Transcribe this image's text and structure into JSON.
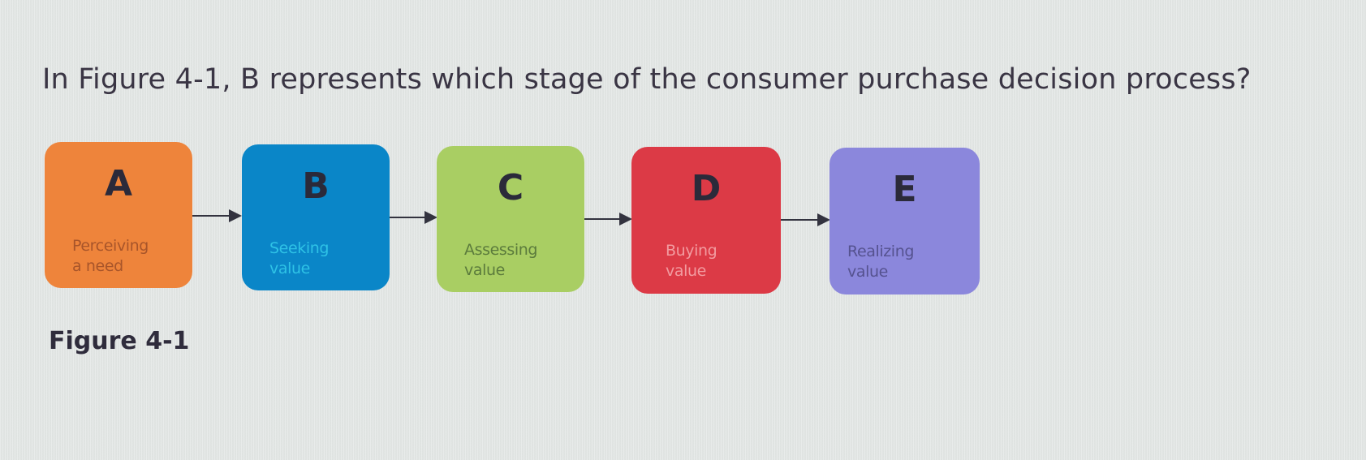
{
  "question": {
    "text": "In Figure 4-1, B represents which stage of the consumer purchase decision process?"
  },
  "figure": {
    "caption": "Figure 4-1",
    "stages": [
      {
        "letter": "A",
        "label_line1": "Perceiving",
        "label_line2": "a need",
        "color": "#ee843b",
        "text_color": "#a8552a"
      },
      {
        "letter": "B",
        "label_line1": "Seeking",
        "label_line2": "value",
        "color": "#0a86c8",
        "text_color": "#2ec2e6"
      },
      {
        "letter": "C",
        "label_line1": "Assessing",
        "label_line2": "value",
        "color": "#a9ce63",
        "text_color": "#5b7b3c"
      },
      {
        "letter": "D",
        "label_line1": "Buying",
        "label_line2": "value",
        "color": "#dc3a46",
        "text_color": "#f29ba0"
      },
      {
        "letter": "E",
        "label_line1": "Realizing",
        "label_line2": "value",
        "color": "#8b87dc",
        "text_color": "#55528f"
      }
    ],
    "arrow_color": "#33333f"
  }
}
